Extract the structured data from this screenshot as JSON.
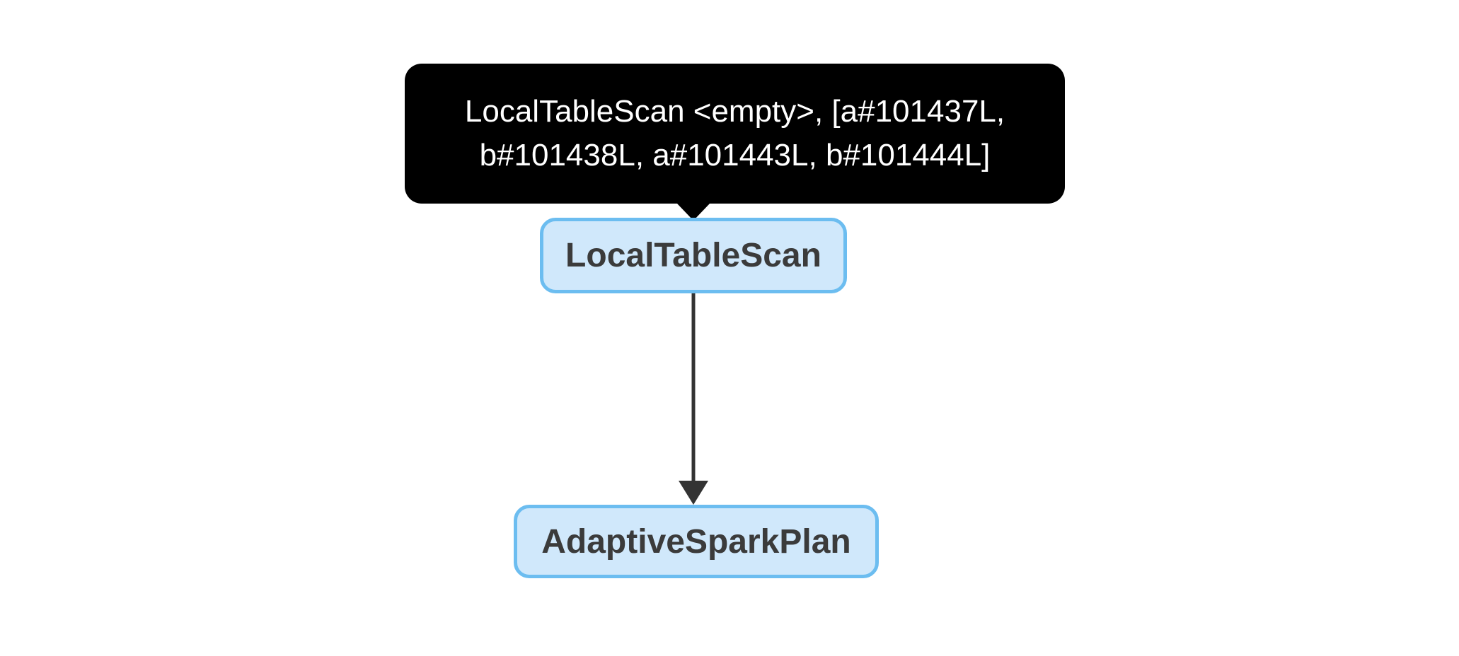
{
  "diagram": {
    "tooltip": {
      "text": "LocalTableScan <empty>, [a#101437L, b#101438L, a#101443L, b#101444L]",
      "lines": [
        "LocalTableScan <empty>, [a#101437L,",
        "b#101438L, a#101443L, b#101444L]"
      ]
    },
    "nodes": [
      {
        "id": "LocalTableScan",
        "label": "LocalTableScan"
      },
      {
        "id": "AdaptiveSparkPlan",
        "label": "AdaptiveSparkPlan"
      }
    ],
    "edges": [
      {
        "from": "LocalTableScan",
        "to": "AdaptiveSparkPlan"
      }
    ]
  },
  "colors": {
    "canvas-bg": "#ffffff",
    "tooltip-bg": "#000000",
    "tooltip-text": "#ffffff",
    "node-fill": "#d0e8fb",
    "node-border": "#6cbdf0",
    "node-text": "#3b3b3b",
    "edge": "#333333"
  }
}
